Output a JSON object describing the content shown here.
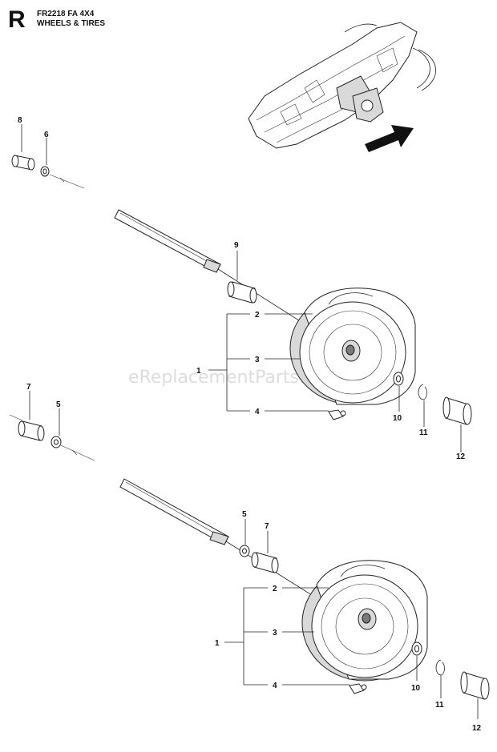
{
  "section_letter": "R",
  "model": "FR2218 FA 4X4",
  "section_title": "WHEELS & TIRES",
  "watermark": "eReplacementParts.com",
  "callouts": {
    "upper": {
      "c8": "8",
      "c6": "6",
      "c9": "9",
      "c2": "2",
      "c1": "1",
      "c3": "3",
      "c4": "4",
      "c10": "10",
      "c11": "11",
      "c12": "12",
      "c7": "7",
      "c5": "5"
    },
    "lower": {
      "c5": "5",
      "c7": "7",
      "c2": "2",
      "c1": "1",
      "c3": "3",
      "c4": "4",
      "c10": "10",
      "c11": "11",
      "c12": "12"
    }
  }
}
